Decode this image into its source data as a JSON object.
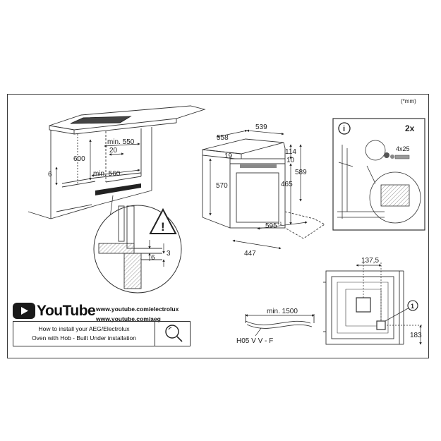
{
  "unit_note": "(*mm)",
  "cabinet": {
    "min_width_label": "min. 550",
    "gap_label": "20",
    "height_label": "600",
    "bottom_label": "6",
    "min_depth_label": "min. 560"
  },
  "detail": {
    "dim_6": "6",
    "dim_3": "3",
    "warning_symbol": "!"
  },
  "oven": {
    "depth_total": "558",
    "depth_body": "539",
    "top_19": "19",
    "top_114": "114",
    "top_10": "10",
    "height_570": "570",
    "height_589": "589",
    "height_465": "465",
    "width_595": "595",
    "width_595_sup": "+1",
    "depth_447": "447"
  },
  "screw_panel": {
    "info_symbol": "i",
    "count_label": "2x",
    "screw_label": "4x25"
  },
  "cable": {
    "min_length": "min. 1500",
    "cable_type": "H05 V V - F"
  },
  "back_view": {
    "offset_x": "137,5",
    "offset_y": "183",
    "marker": "1"
  },
  "youtube": {
    "logo_word": "YouTube",
    "url_1": "www.youtube.com/electrolux",
    "url_2": "www.youtube.com/aeg",
    "caption_line_1": "How to install your AEG/Electrolux",
    "caption_line_2": "Oven with Hob - Built Under installation"
  }
}
